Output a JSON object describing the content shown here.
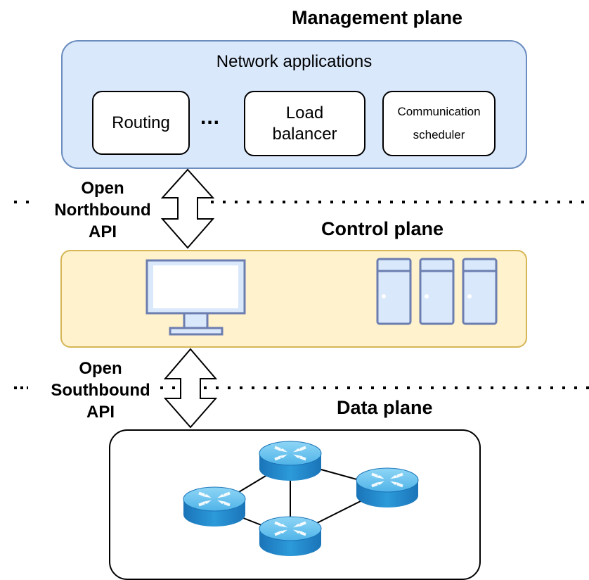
{
  "planes": {
    "management": "Management plane",
    "control": "Control plane",
    "data": "Data plane"
  },
  "applications": {
    "title": "Network applications",
    "routing": "Routing",
    "ellipsis": "...",
    "load_balancer": [
      "Load",
      "balancer"
    ],
    "communication_scheduler": [
      "Communication",
      "scheduler"
    ]
  },
  "apis": {
    "northbound": [
      "Open",
      "Northbound",
      "API"
    ],
    "southbound": [
      "Open",
      "Southbound",
      "API"
    ]
  },
  "colors": {
    "management_fill": "#dae8fc",
    "management_border": "#6c8ebf",
    "control_fill": "#fff2cc",
    "control_border": "#d6b656",
    "device_fill": "#dae8fc",
    "device_stroke": "#6c7eb0",
    "router_top": "#6ec6f2",
    "router_side": "#1f86c9"
  },
  "icons": {
    "controller": "monitor-icon",
    "servers": "server-icon",
    "routers": "router-icon"
  }
}
